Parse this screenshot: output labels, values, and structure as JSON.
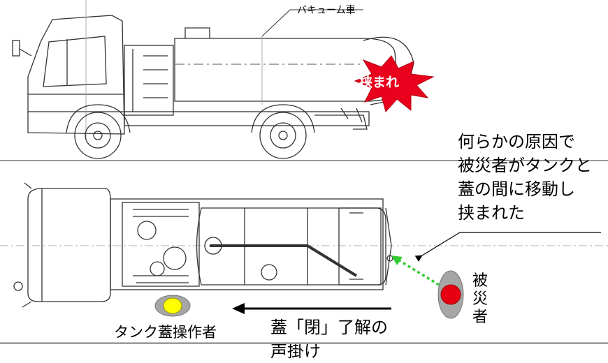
{
  "vehicle_label": "バキューム車",
  "pinched_label": "挟まれ",
  "cause_text": [
    "何らかの原因で",
    "被災者がタンクと",
    "蓋の間に移動し",
    "挟まれた"
  ],
  "victim_label": [
    "被",
    "災",
    "者"
  ],
  "operator_label": "タンク蓋操作者",
  "call_text": [
    "蓋「閉」了解の",
    "声掛け"
  ],
  "colors": {
    "burst_fill": "#e8001c",
    "victim_head": "#e60012",
    "operator_head": "#ffff00",
    "figure_body": "#a6a6a6",
    "movement_arrow": "#33cc33"
  }
}
